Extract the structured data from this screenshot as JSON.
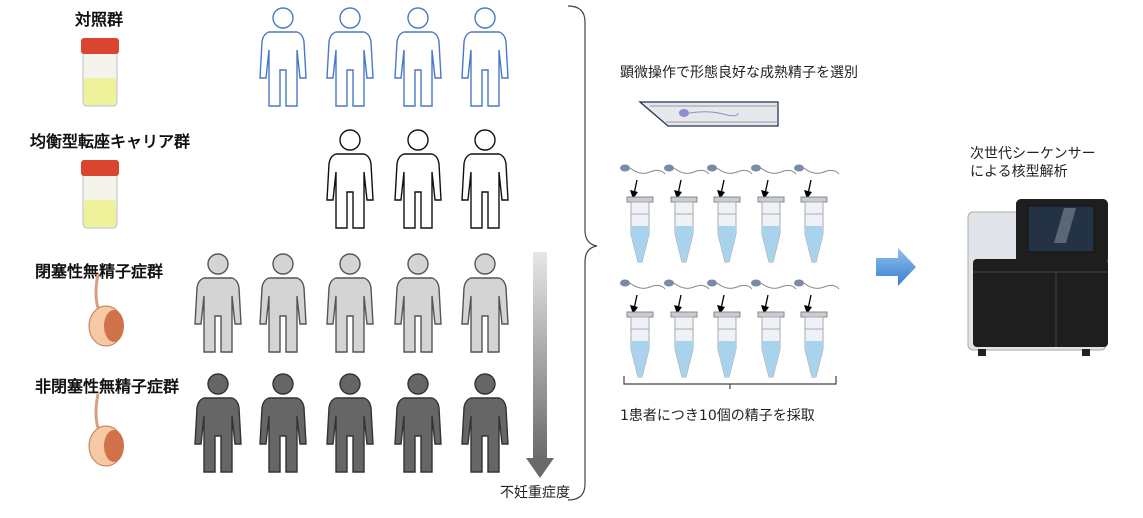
{
  "groups": [
    {
      "label": "対照群",
      "count": 4,
      "fill": "#ffffff",
      "stroke": "#4a78c8",
      "sample": "urine-cup"
    },
    {
      "label": "均衡型転座キャリア群",
      "count": 3,
      "fill": "#ffffff",
      "stroke": "#111111",
      "sample": "urine-cup"
    },
    {
      "label": "閉塞性無精子症群",
      "count": 5,
      "fill": "#d4d4d4",
      "stroke": "#555555",
      "sample": "testis"
    },
    {
      "label": "非閉塞性無精子症群",
      "count": 5,
      "fill": "#666666",
      "stroke": "#333333",
      "sample": "testis"
    }
  ],
  "severity_label": "不妊重症度",
  "selection_label": "顕微操作で形態良好な成熟精子を選別",
  "collection_label": "1患者につき10個の精子を採取",
  "sequencer_label_line1": "次世代シーケンサー",
  "sequencer_label_line2": "による核型解析",
  "colors": {
    "arrow": "#4a8fd6",
    "tube_liquid": "#a9d2ec"
  }
}
